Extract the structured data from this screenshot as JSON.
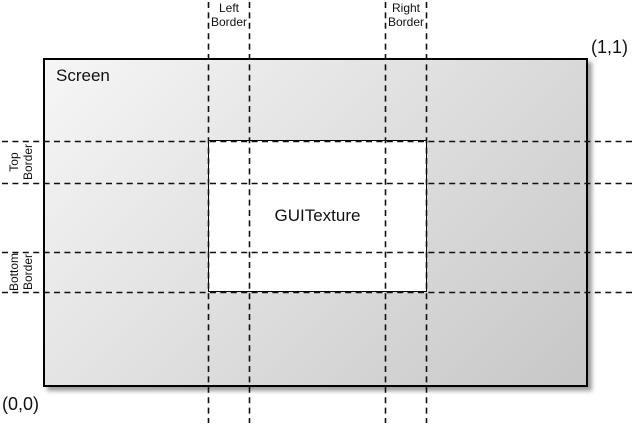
{
  "diagram": {
    "screen_label": "Screen",
    "texture_label": "GUITexture",
    "origin_coord": "(0,0)",
    "top_right_coord": "(1,1)",
    "border_labels": {
      "left": {
        "line1": "Left",
        "line2": "Border"
      },
      "right": {
        "line1": "Right",
        "line2": "Border"
      },
      "top": {
        "line1": "Top",
        "line2": "Border"
      },
      "bottom": {
        "line1": "Bottom",
        "line2": "Border"
      }
    },
    "colors": {
      "line": "#111111",
      "screen_gradient_start": "#f6f6f6",
      "screen_gradient_end": "#c7c7c7",
      "texture_fill": "#ffffff",
      "background": "#ffffff"
    }
  }
}
